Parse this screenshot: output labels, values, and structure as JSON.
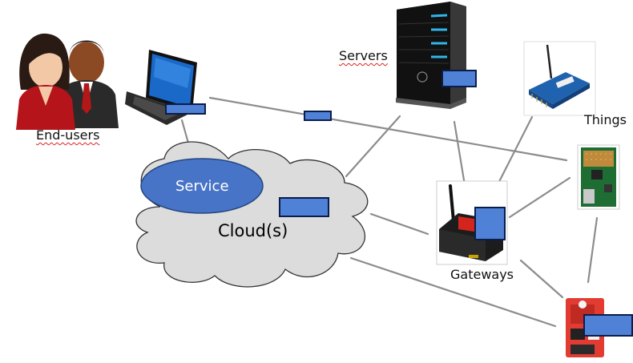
{
  "labels": {
    "end_users": "End-users",
    "servers": "Servers",
    "things": "Things",
    "gateways": "Gateways",
    "service": "Service",
    "clouds": "Cloud(s)"
  },
  "colors": {
    "marker_fill": "#4f81d6",
    "marker_stroke": "#0b1d4a",
    "service_fill": "#4874c8",
    "service_stroke": "#23467f",
    "cloud_fill": "#dcdcdc",
    "cloud_stroke": "#333333",
    "link_line": "#8c8c8c",
    "server_light": "#2fb6e8",
    "gateway_red": "#d3251d",
    "board_green": "#1e6e34",
    "device_red": "#e23b31"
  },
  "icons": [
    "end-users-icon",
    "laptop-icon",
    "server-tower-icon",
    "xbee-module-icon",
    "sensor-board-icon",
    "gateway-router-icon",
    "red-device-icon"
  ]
}
